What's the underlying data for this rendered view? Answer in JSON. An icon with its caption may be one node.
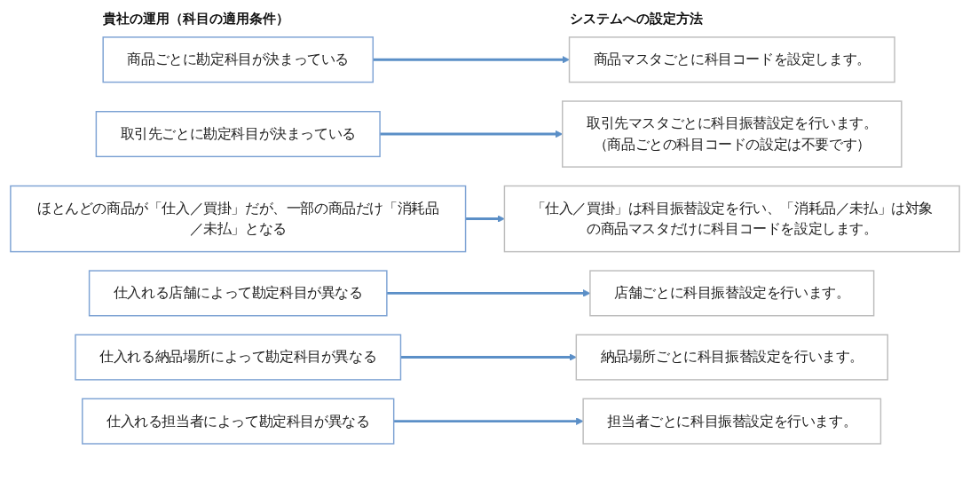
{
  "diagram": {
    "nodes": [
      {
        "text": [
          "商品ごとに勘定科目が決まっている"
        ]
      },
      {
        "text": [
          "商品マスタごとに科目コードを設定します。"
        ]
      },
      {
        "text": [
          "取引先ごとに勘定科目が決まっている"
        ]
      },
      {
        "text": [
          "取引先マスタごとに科目振替設定を行います。",
          "（商品ごとの科目コードの設定は不要です）"
        ]
      },
      {
        "text": [
          "ほとんどの商品が「仕入／買掛」だが、一部の商品だけ「消耗品／未払」となる"
        ]
      },
      {
        "text": [
          "「仕入／買掛」は科目振替設定を行い、「消耗品／未払」は対象の商品マスタだけに科目コードを設定します。"
        ]
      },
      {
        "text": [
          "仕入れる店舗によって勘定科目が異なる"
        ]
      },
      {
        "text": [
          "店舗ごとに科目振替設定を行います。"
        ]
      },
      {
        "text": [
          "仕入れる納品場所によって勘定科目が異なる"
        ]
      },
      {
        "text": [
          "納品場所ごとに科目振替設定を行います。"
        ]
      },
      {
        "text": [
          "仕入れる担当者によって勘定科目が異なる"
        ]
      },
      {
        "text": [
          "担当者ごとに科目振替設定を行います。"
        ]
      }
    ],
    "edges": [
      {
        "from": 0,
        "to": 1,
        "arrow": "to"
      },
      {
        "from": 2,
        "to": 3,
        "arrow": "to"
      },
      {
        "from": 4,
        "to": 5,
        "arrow": "to"
      },
      {
        "from": 6,
        "to": 7,
        "arrow": "to"
      },
      {
        "from": 8,
        "to": 9,
        "arrow": "to"
      },
      {
        "from": 10,
        "to": 11,
        "arrow": "to"
      }
    ],
    "labels": [
      "貴社の運用（科目の適用条件）",
      "システムへの設定方法"
    ]
  }
}
